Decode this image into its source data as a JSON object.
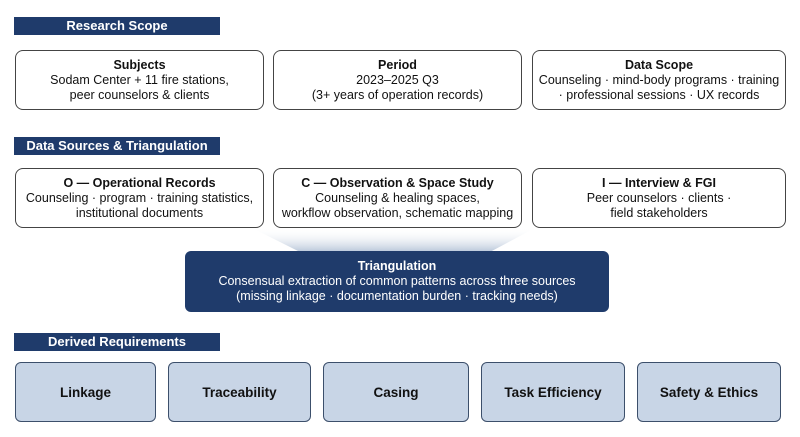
{
  "sections": {
    "scope": "Research Scope",
    "sources": "Data Sources & Triangulation",
    "requirements": "Derived Requirements"
  },
  "scope_boxes": [
    {
      "title": "Subjects",
      "lines": [
        "Sodam Center + 11 fire stations,",
        "peer counselors & clients"
      ]
    },
    {
      "title": "Period",
      "lines": [
        "2023–2025 Q3",
        "(3+ years of operation records)"
      ]
    },
    {
      "title": "Data Scope",
      "lines": [
        "Counseling · mind-body programs · training",
        "· professional sessions · UX records"
      ]
    }
  ],
  "source_boxes": [
    {
      "title": "O — Operational Records",
      "lines": [
        "Counseling · program · training statistics,",
        "institutional documents"
      ]
    },
    {
      "title": "C — Observation & Space Study",
      "lines": [
        "Counseling & healing spaces,",
        "workflow observation, schematic mapping"
      ]
    },
    {
      "title": "I — Interview & FGI",
      "lines": [
        "Peer counselors · clients ·",
        "field stakeholders"
      ]
    }
  ],
  "triangulation": {
    "title": "Triangulation",
    "lines": [
      "Consensual extraction of common patterns across three sources",
      "(missing linkage · documentation burden · tracking needs)"
    ]
  },
  "requirements": [
    "Linkage",
    "Traceability",
    "Casing",
    "Task Efficiency",
    "Safety & Ethics"
  ],
  "colors": {
    "navy": "#1f3b6b",
    "light_blue": "#c8d5e6"
  }
}
